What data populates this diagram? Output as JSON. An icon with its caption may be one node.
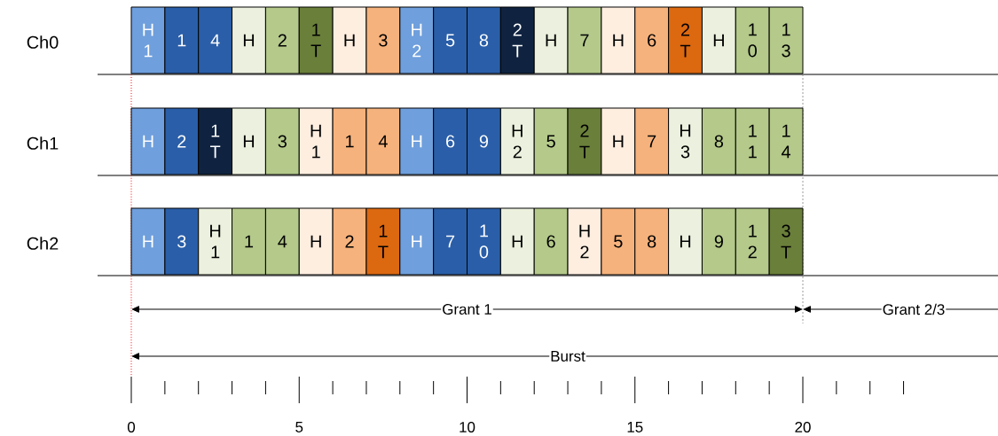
{
  "diagram": {
    "nodes": [
      {
        "text": [
          "H 1"
        ]
      },
      {
        "text": [
          "1"
        ]
      },
      {
        "text": [
          "4"
        ]
      },
      {
        "text": [
          "H"
        ]
      },
      {
        "text": [
          "2"
        ]
      },
      {
        "text": [
          "1 T"
        ]
      },
      {
        "text": [
          "H"
        ]
      },
      {
        "text": [
          "3"
        ]
      },
      {
        "text": [
          "H 2"
        ]
      },
      {
        "text": [
          "5"
        ]
      },
      {
        "text": [
          "8"
        ]
      },
      {
        "text": [
          "2 T"
        ]
      },
      {
        "text": [
          "H"
        ]
      },
      {
        "text": [
          "7"
        ]
      },
      {
        "text": [
          "H"
        ]
      },
      {
        "text": [
          "6"
        ]
      },
      {
        "text": [
          "2 T"
        ]
      },
      {
        "text": [
          "H"
        ]
      },
      {
        "text": [
          "1 0"
        ]
      },
      {
        "text": [
          "1 3"
        ]
      },
      {
        "text": [
          "H"
        ]
      },
      {
        "text": [
          "2"
        ]
      },
      {
        "text": [
          "1 T"
        ]
      },
      {
        "text": [
          "H"
        ]
      },
      {
        "text": [
          "3"
        ]
      },
      {
        "text": [
          "H 1"
        ]
      },
      {
        "text": [
          "1"
        ]
      },
      {
        "text": [
          "4"
        ]
      },
      {
        "text": [
          "H"
        ]
      },
      {
        "text": [
          "6"
        ]
      },
      {
        "text": [
          "9"
        ]
      },
      {
        "text": [
          "H 2"
        ]
      },
      {
        "text": [
          "5"
        ]
      },
      {
        "text": [
          "2 T"
        ]
      },
      {
        "text": [
          "H"
        ]
      },
      {
        "text": [
          "7"
        ]
      },
      {
        "text": [
          "H 3"
        ]
      },
      {
        "text": [
          "8"
        ]
      },
      {
        "text": [
          "1 1"
        ]
      },
      {
        "text": [
          "1 4"
        ]
      },
      {
        "text": [
          "H"
        ]
      },
      {
        "text": [
          "3"
        ]
      },
      {
        "text": [
          "H 1"
        ]
      },
      {
        "text": [
          "1"
        ]
      },
      {
        "text": [
          "4"
        ]
      },
      {
        "text": [
          "H"
        ]
      },
      {
        "text": [
          "2"
        ]
      },
      {
        "text": [
          "1 T"
        ]
      },
      {
        "text": [
          "H"
        ]
      },
      {
        "text": [
          "7"
        ]
      },
      {
        "text": [
          "1 0"
        ]
      },
      {
        "text": [
          "H"
        ]
      },
      {
        "text": [
          "6"
        ]
      },
      {
        "text": [
          "H 2"
        ]
      },
      {
        "text": [
          "5"
        ]
      },
      {
        "text": [
          "8"
        ]
      },
      {
        "text": [
          "H"
        ]
      },
      {
        "text": [
          "9"
        ]
      },
      {
        "text": [
          "1 2"
        ]
      },
      {
        "text": [
          "3 T"
        ]
      }
    ],
    "labels": [
      "Ch0",
      "Ch1",
      "Ch2",
      "Grant 1",
      "Grant 2/3",
      "Burst",
      "0",
      "5",
      "10",
      "15",
      "20"
    ]
  }
}
